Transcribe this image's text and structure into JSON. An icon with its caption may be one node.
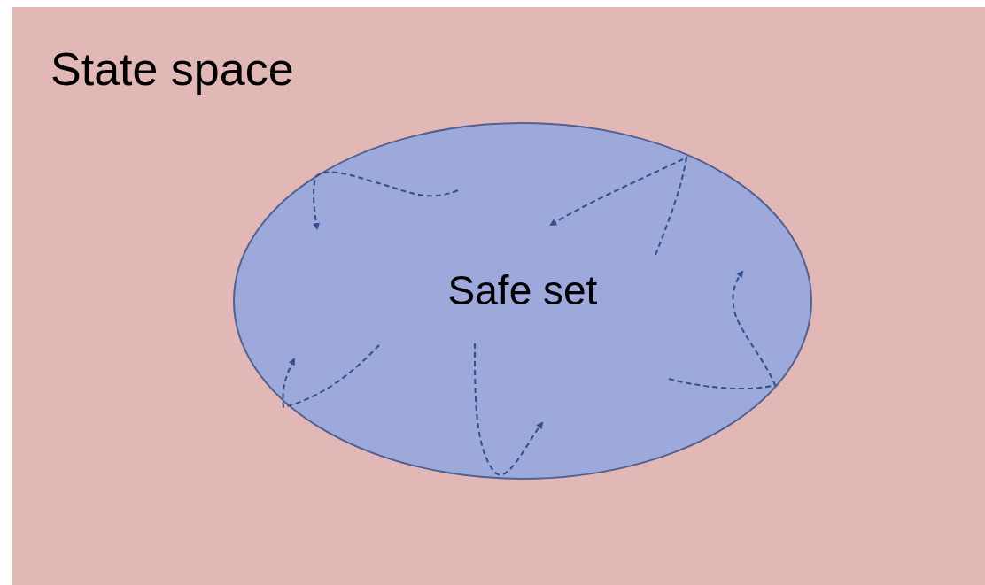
{
  "diagram": {
    "nodes": [
      {
        "text": [
          "State space"
        ]
      },
      {
        "text": [
          "Safe set"
        ],
        "in": 0
      }
    ]
  }
}
